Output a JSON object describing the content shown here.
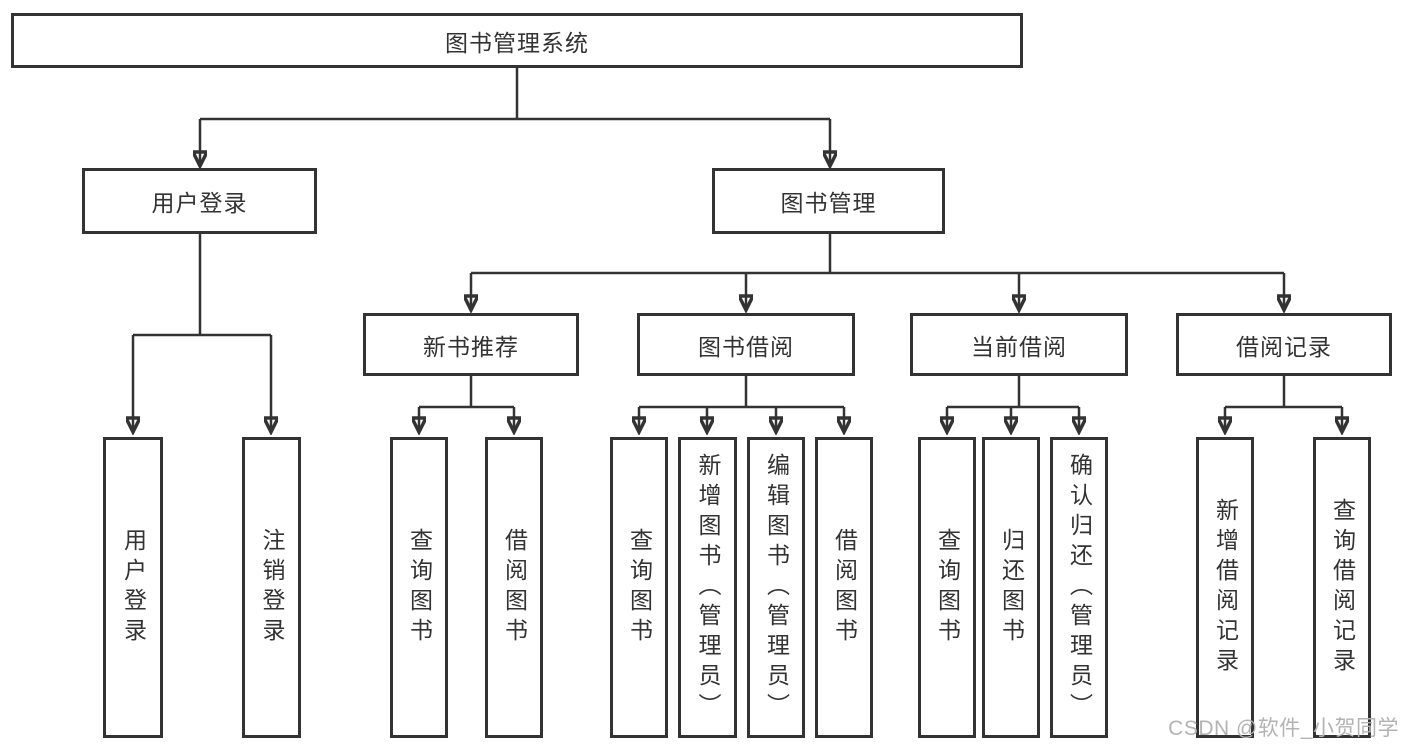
{
  "diagram": {
    "root": {
      "label": "图书管理系统"
    },
    "branches": [
      {
        "label": "用户登录",
        "children": [
          {
            "label": "用户登录"
          },
          {
            "label": "注销登录"
          }
        ]
      },
      {
        "label": "图书管理",
        "children": [
          {
            "label": "新书推荐",
            "children": [
              {
                "label": "查询图书"
              },
              {
                "label": "借阅图书"
              }
            ]
          },
          {
            "label": "图书借阅",
            "children": [
              {
                "label": "查询图书"
              },
              {
                "label": "新增图书（管理员）"
              },
              {
                "label": "编辑图书（管理员）"
              },
              {
                "label": "借阅图书"
              }
            ]
          },
          {
            "label": "当前借阅",
            "children": [
              {
                "label": "查询图书"
              },
              {
                "label": "归还图书"
              },
              {
                "label": "确认归还（管理员）"
              }
            ]
          },
          {
            "label": "借阅记录",
            "children": [
              {
                "label": "新增借阅记录"
              },
              {
                "label": "查询借阅记录"
              }
            ]
          }
        ]
      }
    ]
  },
  "watermark": {
    "text": "CSDN @软件_小贺同学",
    "color": "#b3b3b3"
  },
  "colors": {
    "line": "#333333",
    "text": "#333333",
    "background": "#ffffff"
  }
}
